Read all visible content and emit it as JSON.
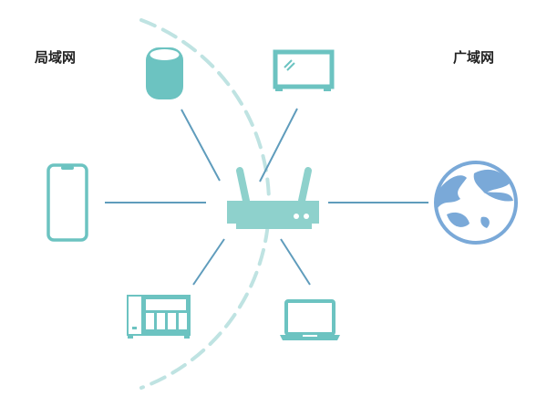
{
  "labels": {
    "lan": "局域网",
    "wan": "广域网"
  },
  "colors": {
    "device": "#6cc3c1",
    "router": "#8ed1cc",
    "link": "#5f9cbc",
    "boundary": "#bfe3e2",
    "globe": "#7aa9d8"
  },
  "devices": [
    "smart-speaker",
    "tv",
    "phone",
    "nas",
    "laptop",
    "router",
    "globe"
  ]
}
